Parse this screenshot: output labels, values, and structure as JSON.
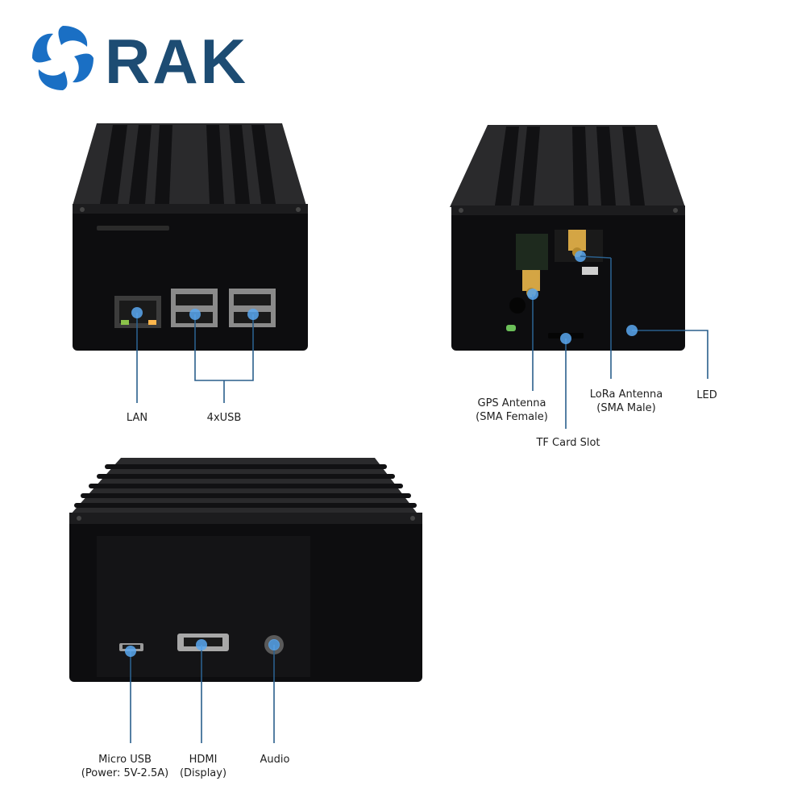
{
  "brand": {
    "logo_text": "RAK",
    "logo_icon": "rak-swirl-logo-icon",
    "colors": {
      "brand_blue": "#1d4c73",
      "logo_blue": "#1a6fc4",
      "callout_line": "#2a5f8c",
      "callout_dot": "#5aa8f0"
    }
  },
  "views": {
    "front": {
      "labels": {
        "lan": "LAN",
        "usb": "4xUSB"
      }
    },
    "back": {
      "labels": {
        "gps": [
          "GPS Antenna",
          "(SMA Female)"
        ],
        "lora": [
          "LoRa Antenna",
          "(SMA Male)"
        ],
        "led": "LED",
        "tf": "TF Card Slot"
      }
    },
    "side": {
      "labels": {
        "micro_usb": [
          "Micro USB",
          "(Power: 5V-2.5A)"
        ],
        "hdmi": [
          "HDMI",
          "(Display)"
        ],
        "audio": "Audio"
      }
    }
  }
}
